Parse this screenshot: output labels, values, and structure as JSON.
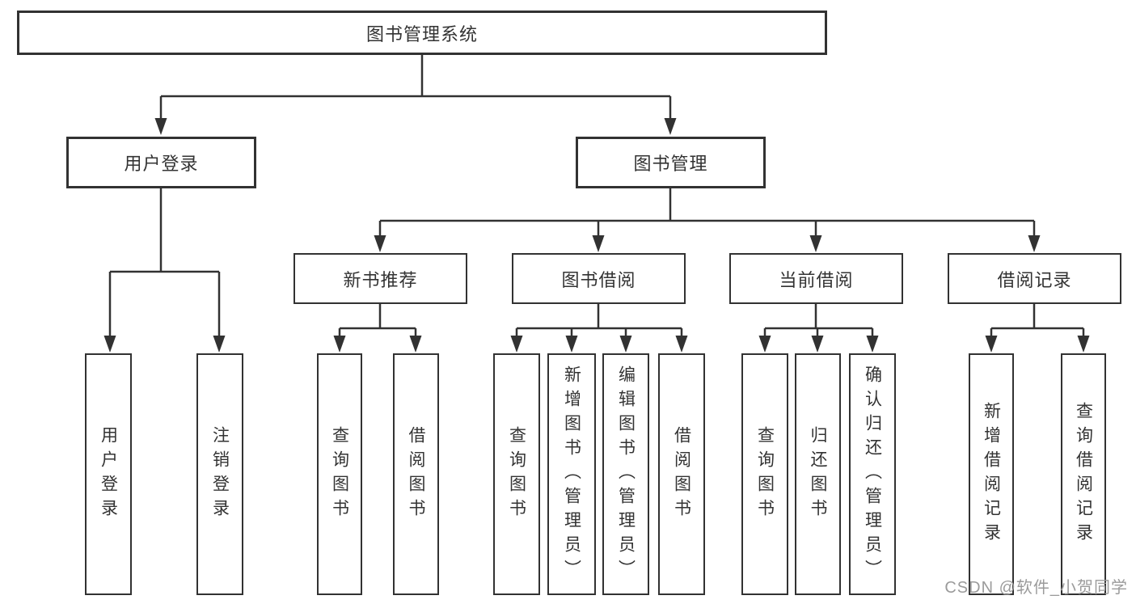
{
  "tree": {
    "root": "图书管理系统",
    "branches": [
      {
        "label": "用户登录",
        "children": [
          "用户登录",
          "注销登录"
        ]
      },
      {
        "label": "图书管理",
        "groups": [
          {
            "label": "新书推荐",
            "children": [
              "查询图书",
              "借阅图书"
            ]
          },
          {
            "label": "图书借阅",
            "children": [
              "查询图书",
              "新增图书（管理员）",
              "编辑图书（管理员）",
              "借阅图书"
            ]
          },
          {
            "label": "当前借阅",
            "children": [
              "查询图书",
              "归还图书",
              "确认归还（管理员）"
            ]
          },
          {
            "label": "借阅记录",
            "children": [
              "新增借阅记录",
              "查询借阅记录"
            ]
          }
        ]
      }
    ]
  },
  "colors": {
    "line": "#323232",
    "text": "#333333",
    "watermark": "#9b9b9b"
  },
  "watermark": "CSDN @软件_小贺同学"
}
